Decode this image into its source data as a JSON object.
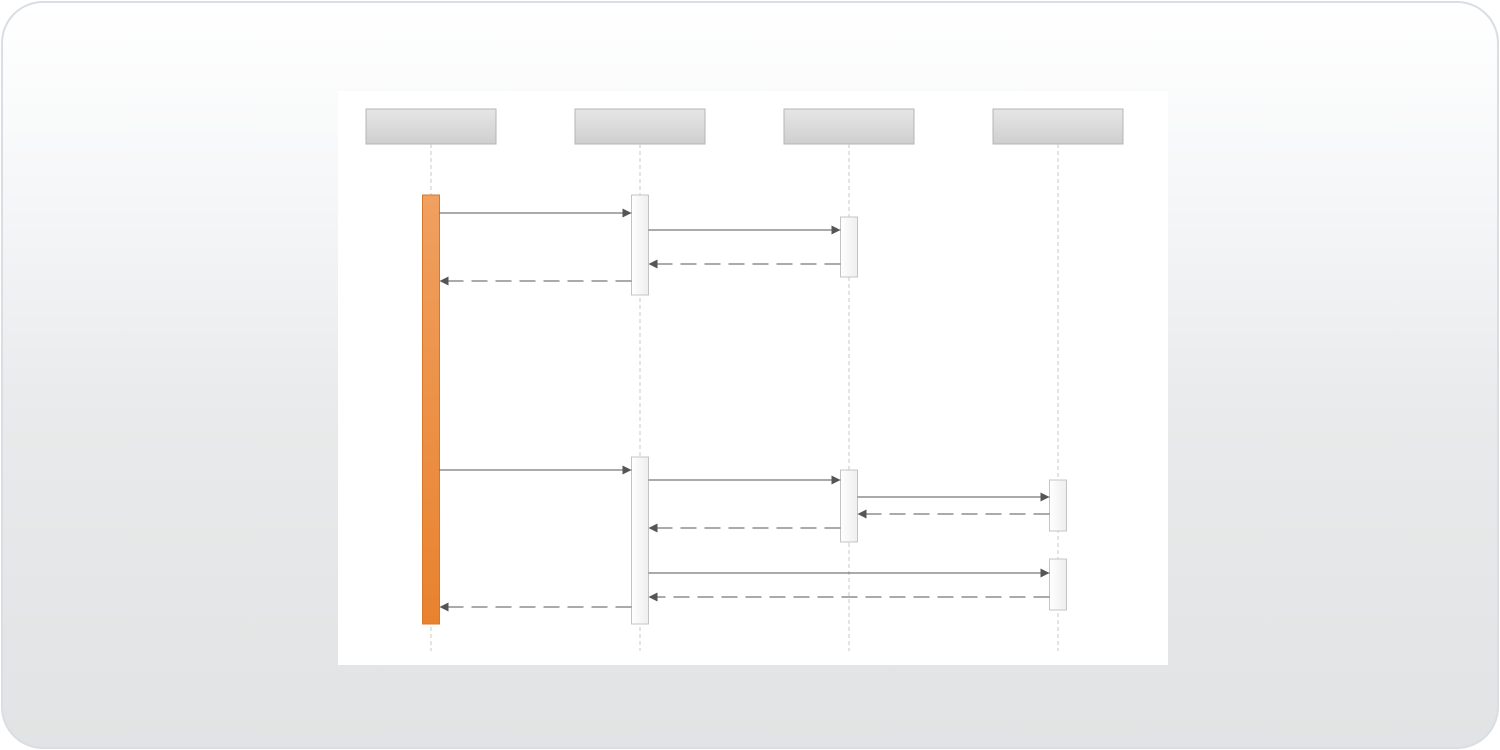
{
  "diagram": {
    "type": "sequence-diagram",
    "participants": [
      {
        "id": "p1",
        "label": ""
      },
      {
        "id": "p2",
        "label": ""
      },
      {
        "id": "p3",
        "label": ""
      },
      {
        "id": "p4",
        "label": ""
      }
    ],
    "activations": [
      {
        "participant": "p1",
        "from_step": 0,
        "to_step": 11,
        "highlight": true
      },
      {
        "participant": "p2",
        "from_step": 0,
        "to_step": 3
      },
      {
        "participant": "p3",
        "from_step": 1,
        "to_step": 2
      },
      {
        "participant": "p2",
        "from_step": 4,
        "to_step": 11
      },
      {
        "participant": "p3",
        "from_step": 5,
        "to_step": 7
      },
      {
        "participant": "p4",
        "from_step": 6,
        "to_step": 7
      },
      {
        "participant": "p4",
        "from_step": 9,
        "to_step": 10
      }
    ],
    "messages": [
      {
        "step": 0,
        "from": "p1",
        "to": "p2",
        "kind": "call",
        "label": ""
      },
      {
        "step": 1,
        "from": "p2",
        "to": "p3",
        "kind": "call",
        "label": ""
      },
      {
        "step": 2,
        "from": "p3",
        "to": "p2",
        "kind": "return",
        "label": ""
      },
      {
        "step": 3,
        "from": "p2",
        "to": "p1",
        "kind": "return",
        "label": ""
      },
      {
        "step": 4,
        "from": "p1",
        "to": "p2",
        "kind": "call",
        "label": ""
      },
      {
        "step": 5,
        "from": "p2",
        "to": "p3",
        "kind": "call",
        "label": ""
      },
      {
        "step": 6,
        "from": "p3",
        "to": "p4",
        "kind": "call",
        "label": ""
      },
      {
        "step": 7,
        "from": "p4",
        "to": "p3",
        "kind": "return",
        "label": ""
      },
      {
        "step": 8,
        "from": "p3",
        "to": "p2",
        "kind": "return",
        "label": ""
      },
      {
        "step": 9,
        "from": "p2",
        "to": "p4",
        "kind": "call",
        "label": ""
      },
      {
        "step": 10,
        "from": "p4",
        "to": "p2",
        "kind": "return",
        "label": ""
      },
      {
        "step": 11,
        "from": "p2",
        "to": "p1",
        "kind": "return",
        "label": ""
      }
    ]
  },
  "colors": {
    "header_fill_top": "#e6e6e6",
    "header_fill_bottom": "#cfcfcf",
    "header_stroke": "#b5b5b5",
    "lifeline": "#c8c8c8",
    "activation_fill": "#fbfbfb",
    "activation_stroke": "#c4c4c4",
    "highlight_top": "#f0a060",
    "highlight_bottom": "#e8822e",
    "arrow": "#555555"
  }
}
